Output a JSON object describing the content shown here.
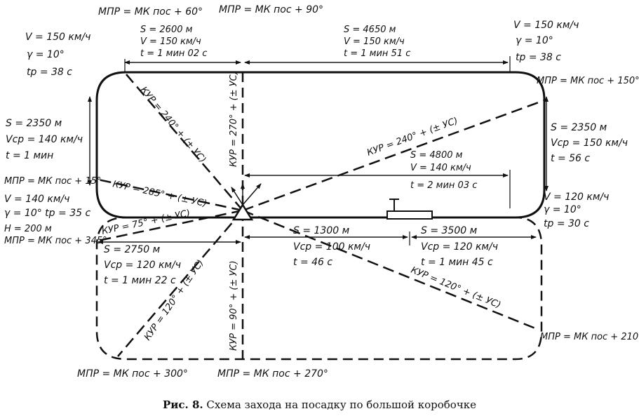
{
  "caption": {
    "prefix": "Рис. 8.",
    "text": "Схема захода на посадку по большой коробочке"
  },
  "labels": {
    "mpr_60": "МПР = МК пос + 60°",
    "mpr_90": "МПР = МК пос + 90°",
    "mpr_150": "МПР = МК пос + 150°",
    "mpr_15": "МПР = МК пос + 15°",
    "mpr_345": "МПР = МК пос + 345°",
    "mpr_210": "МПР = МК пос + 210°",
    "mpr_300": "МПР = МК пос + 300°",
    "mpr_270": "МПР = МК пос + 270°",
    "top_left_v": "V = 150 км/ч",
    "top_left_gamma": "γ = 10°",
    "top_left_t": "tp = 38 с",
    "top_right_v": "V = 150 км/ч",
    "top_right_gamma": "γ = 10°",
    "top_right_t": "tp = 38 с",
    "seg1_s": "S = 2600 м",
    "seg1_v": "V = 150 км/ч",
    "seg1_t": "t = 1 мин 02 с",
    "seg2_s": "S = 4650 м",
    "seg2_v": "V = 150 км/ч",
    "seg2_t": "t = 1 мин 51 с",
    "left_s": "S = 2350 м",
    "left_v": "Vср = 140 км/ч",
    "left_t": "t = 1 мин",
    "right_s": "S = 2350 м",
    "right_v": "Vср = 150 км/ч",
    "right_t": "t = 56 с",
    "mid_s": "S = 4800 м",
    "mid_v": "V = 140 км/ч",
    "mid_t": "t = 2 мин 03 с",
    "lower_left_v": "V = 140 км/ч",
    "lower_left_gt": "γ = 10°  tp = 35 с",
    "lower_left_h": "H = 200 м",
    "right_low_v": "V = 120 км/ч",
    "right_low_gamma": "γ = 10°",
    "right_low_t": "tp = 30 с",
    "s1300": "S = 1300 м",
    "v100": "Vср = 100 км/ч",
    "t46": "t = 46 с",
    "s3500": "S = 3500 м",
    "v120a": "Vср = 120 км/ч",
    "t145": "t = 1 мин 45 с",
    "s2750": "S = 2750 м",
    "v120b": "Vср = 120 км/ч",
    "t122": "t = 1 мин 22 с",
    "kur_240a": "КУР = 240° + (± УС)",
    "kur_270": "КУР = 270° + (± УС)",
    "kur_240b": "КУР = 240° + (± УС)",
    "kur_285": "КУР = 285° + (± УС)",
    "kur_75": "КУР = 75° + (± УС)",
    "kur_120a": "КУР = 120° + (± УС)",
    "kur_90": "КУР = 90° + (± УС)",
    "kur_120b": "КУР = 120° + (± УС)"
  }
}
